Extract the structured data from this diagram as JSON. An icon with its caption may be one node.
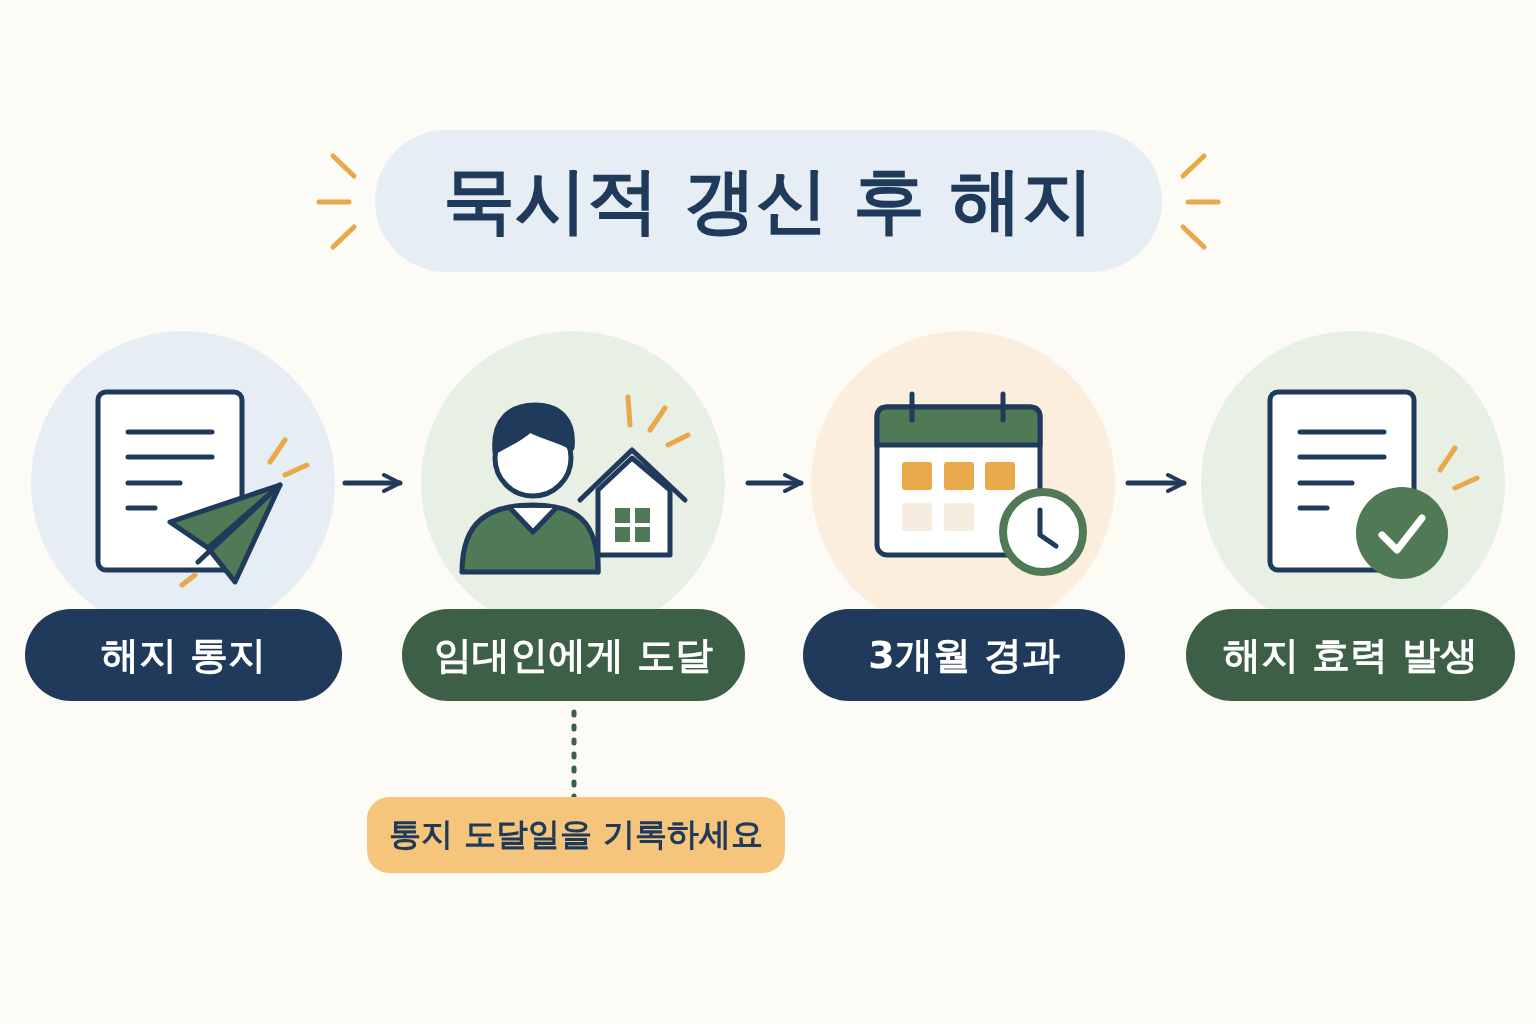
{
  "diagram": {
    "title": "묵시적 갱신 후 해지",
    "nodes": [
      {
        "text": [
          "해지 통지"
        ]
      },
      {
        "text": [
          "임대인에게 도달"
        ]
      },
      {
        "text": [
          "3개월 경과"
        ]
      },
      {
        "text": [
          "해지 효력 발생"
        ]
      },
      {
        "text": [
          "통지 도달일을 기록하세요"
        ]
      }
    ],
    "edges": [
      {
        "from": 0,
        "to": 1,
        "arrow": "to"
      },
      {
        "from": 1,
        "to": 2,
        "arrow": "to"
      },
      {
        "from": 2,
        "to": 3,
        "arrow": "to"
      },
      {
        "from": 1,
        "to": 4,
        "arrow": "none",
        "style": "dashed",
        "color": "#3d5f45"
      }
    ]
  }
}
